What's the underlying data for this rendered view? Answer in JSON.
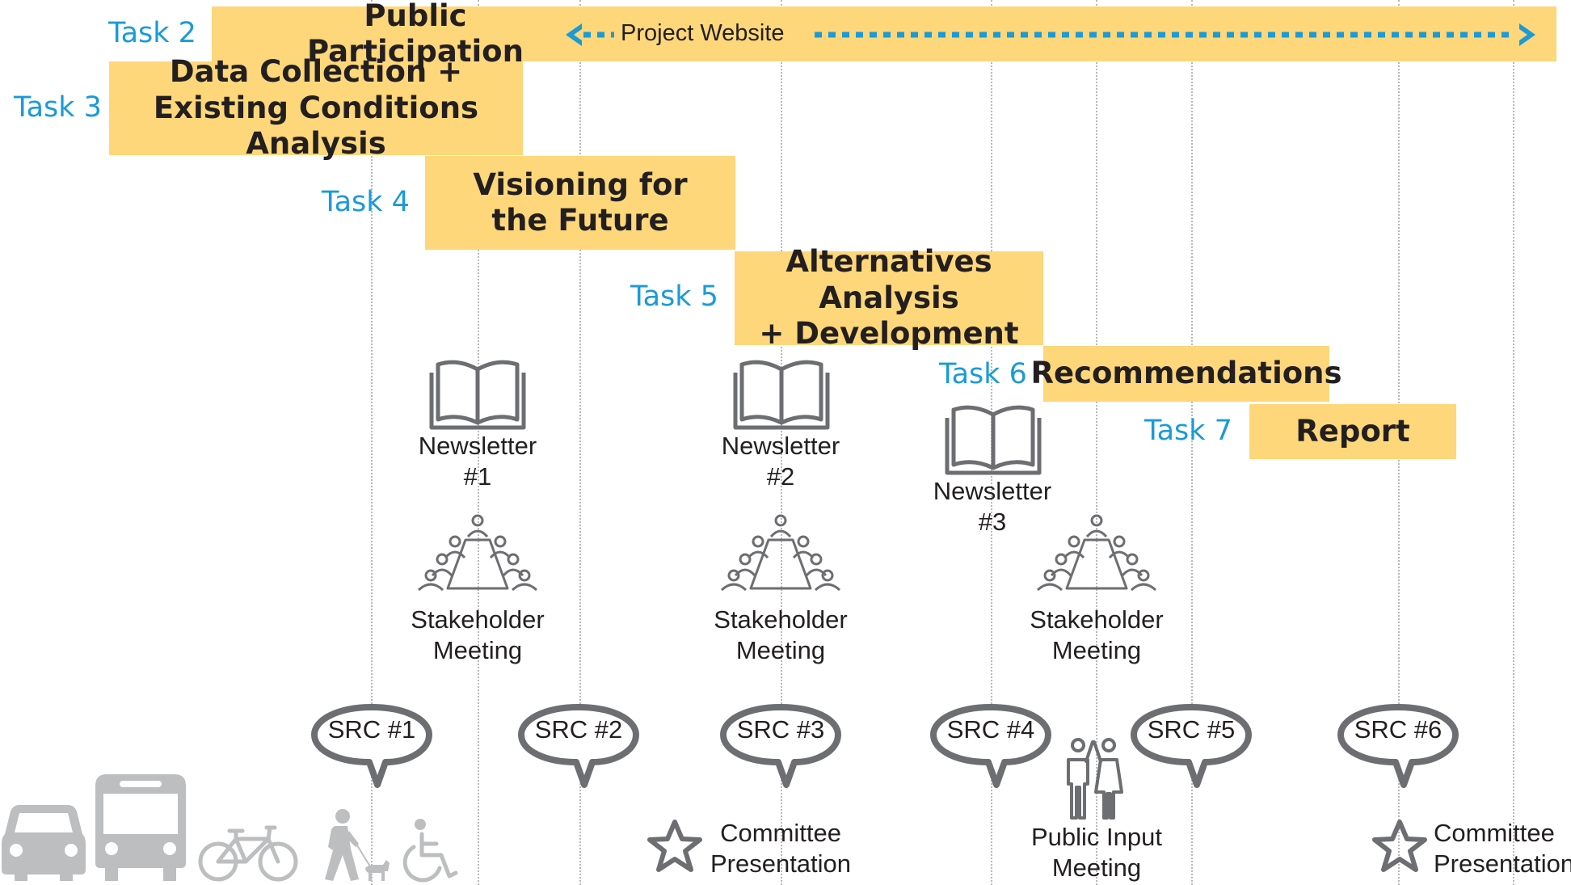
{
  "tasks": [
    {
      "label": "Task 2",
      "title": "Public Participation"
    },
    {
      "label": "Task 3",
      "title": "Data Collection +\nExisting Conditions Analysis"
    },
    {
      "label": "Task 4",
      "title": "Visioning for\nthe Future"
    },
    {
      "label": "Task 5",
      "title": "Alternatives Analysis\n+ Development"
    },
    {
      "label": "Task 6",
      "title": "Recommendations"
    },
    {
      "label": "Task 7",
      "title": "Report"
    }
  ],
  "website": {
    "label": "Project Website"
  },
  "newsletters": [
    {
      "label": "Newsletter\n#1"
    },
    {
      "label": "Newsletter\n#2"
    },
    {
      "label": "Newsletter\n#3"
    }
  ],
  "stakeholder_meetings": [
    {
      "label": "Stakeholder\nMeeting"
    },
    {
      "label": "Stakeholder\nMeeting"
    },
    {
      "label": "Stakeholder\nMeeting"
    }
  ],
  "src_meetings": [
    "SRC #1",
    "SRC #2",
    "SRC #3",
    "SRC #4",
    "SRC #5",
    "SRC #6"
  ],
  "committee_presentations": [
    {
      "label": "Committee\nPresentation"
    },
    {
      "label": "Committee\nPresentation"
    }
  ],
  "public_input": {
    "label": "Public Input\nMeeting"
  },
  "modes": [
    "car-icon",
    "bus-icon",
    "bicycle-icon",
    "pedestrian-with-dog-icon",
    "wheelchair-icon"
  ],
  "colors": {
    "bar": "#fdd77a",
    "task_label": "#1a9bd7",
    "icon": "#6d6e71",
    "mode_icon": "#bcbec0",
    "arrow": "#1a9bd7"
  }
}
